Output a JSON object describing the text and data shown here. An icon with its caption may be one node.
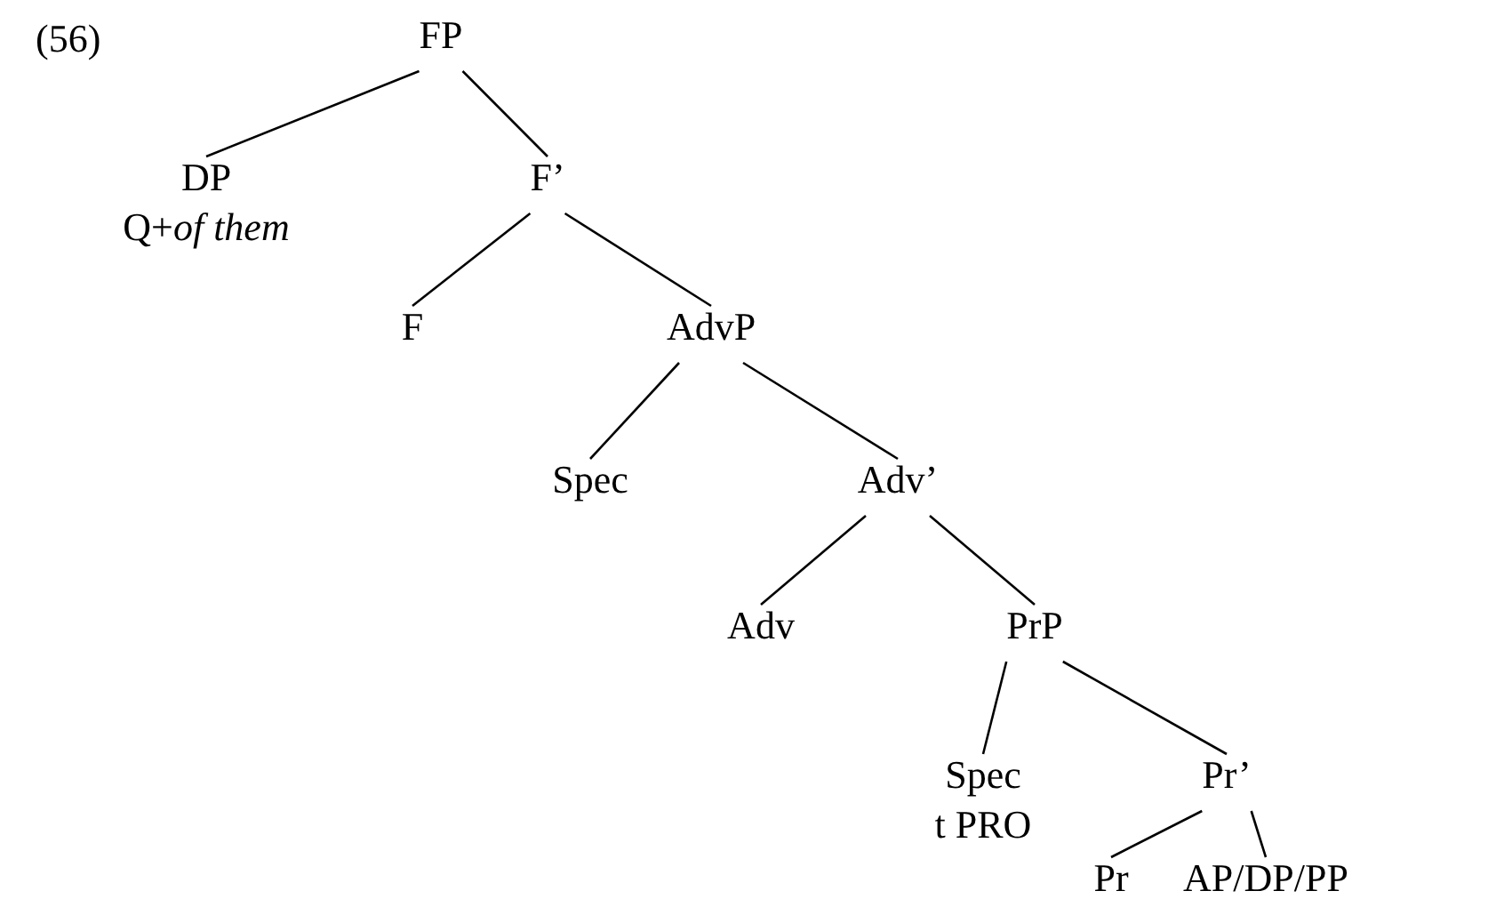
{
  "diagram": {
    "nodes": [
      {
        "text": [
          "FP"
        ]
      },
      {
        "text": [
          "DP",
          "Q+*of them*"
        ]
      },
      {
        "text": [
          "F’"
        ]
      },
      {
        "text": [
          "F"
        ]
      },
      {
        "text": [
          "AdvP"
        ]
      },
      {
        "text": [
          "Spec"
        ]
      },
      {
        "text": [
          "Adv’"
        ]
      },
      {
        "text": [
          "Adv"
        ]
      },
      {
        "text": [
          "PrP"
        ]
      },
      {
        "text": [
          "Spec",
          "t PRO"
        ]
      },
      {
        "text": [
          "Pr’"
        ]
      },
      {
        "text": [
          "Pr"
        ]
      },
      {
        "text": [
          "AP/DP/PP"
        ]
      }
    ],
    "edges": [
      {
        "from": 0,
        "to": 1,
        "arrow": "none"
      },
      {
        "from": 0,
        "to": 2,
        "arrow": "none"
      },
      {
        "from": 2,
        "to": 3,
        "arrow": "none"
      },
      {
        "from": 2,
        "to": 4,
        "arrow": "none"
      },
      {
        "from": 4,
        "to": 5,
        "arrow": "none"
      },
      {
        "from": 4,
        "to": 6,
        "arrow": "none"
      },
      {
        "from": 6,
        "to": 7,
        "arrow": "none"
      },
      {
        "from": 6,
        "to": 8,
        "arrow": "none"
      },
      {
        "from": 8,
        "to": 9,
        "arrow": "none"
      },
      {
        "from": 8,
        "to": 10,
        "arrow": "none"
      },
      {
        "from": 10,
        "to": 11,
        "arrow": "none"
      },
      {
        "from": 10,
        "to": 12,
        "arrow": "none"
      }
    ],
    "labels": [
      "(56)"
    ]
  }
}
